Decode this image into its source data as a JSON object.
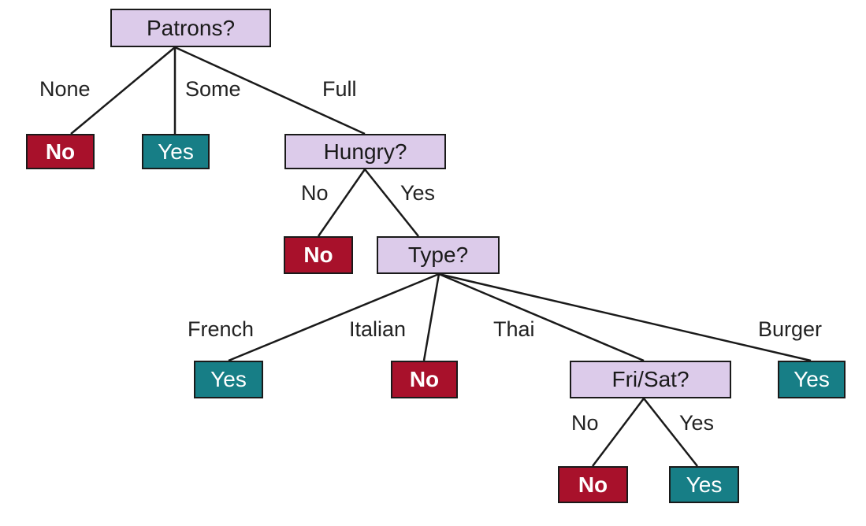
{
  "colors": {
    "attribute": "#dccbea",
    "no": "#a8112b",
    "yes": "#177e86",
    "edge": "#1a1a1a"
  },
  "nodes": {
    "patrons": "Patrons?",
    "hungry": "Hungry?",
    "type": "Type?",
    "frisat": "Fri/Sat?",
    "patrons_none_leaf": "No",
    "patrons_some_leaf": "Yes",
    "hungry_no_leaf": "No",
    "type_french_leaf": "Yes",
    "type_italian_leaf": "No",
    "type_burger_leaf": "Yes",
    "frisat_no_leaf": "No",
    "frisat_yes_leaf": "Yes"
  },
  "edges": {
    "patrons_none": "None",
    "patrons_some": "Some",
    "patrons_full": "Full",
    "hungry_no": "No",
    "hungry_yes": "Yes",
    "type_french": "French",
    "type_italian": "Italian",
    "type_thai": "Thai",
    "type_burger": "Burger",
    "frisat_no": "No",
    "frisat_yes": "Yes"
  }
}
